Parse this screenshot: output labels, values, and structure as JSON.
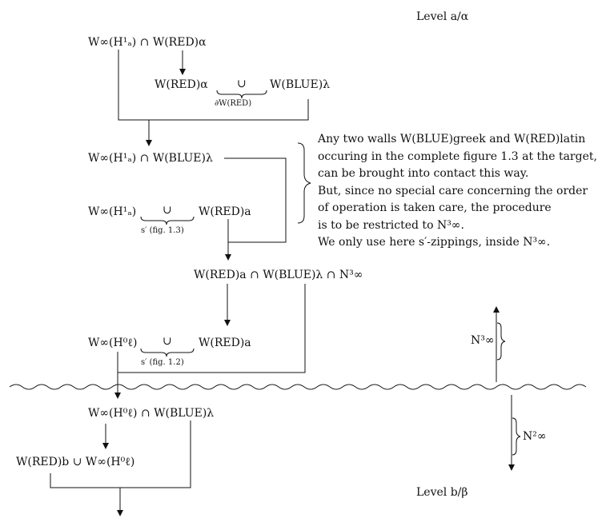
{
  "levels": {
    "top": "Level a/α",
    "bottom": "Level b/β"
  },
  "nodes": {
    "n1": "W∞(H¹ₐ) ∩ W(RED)α",
    "n2_left": "W(RED)α",
    "n2_cup": "∪",
    "n2_brace_label": "∂W(RED)",
    "n2_right": "W(BLUE)λ",
    "n3": "W∞(H¹ₐ) ∩ W(BLUE)λ",
    "n4_left": "W∞(H¹ₐ)",
    "n4_cup": "∪",
    "n4_brace_label": "s′ (fig. 1.3)",
    "n4_right": "W(RED)a",
    "n5": "W(RED)a ∩ W(BLUE)λ ∩ N³∞",
    "n6_left": "W∞(H⁰ℓ)",
    "n6_cup": "∪",
    "n6_brace_label": "s′ (fig. 1.2)",
    "n6_right": "W(RED)a",
    "n7": "W∞(H⁰ℓ) ∩ W(BLUE)λ",
    "n8": "W(RED)b ∪ W∞(H⁰ℓ)"
  },
  "note": {
    "lines": [
      "Any two walls W(BLUE)greek and W(RED)latin",
      "occuring in the complete figure 1.3 at the target,",
      "can be brought into contact this way.",
      "But, since no special care concerning the order",
      "of operation is taken care, the procedure",
      "is to be restricted to N³∞.",
      "We only use here s′-zippings, inside N³∞."
    ]
  },
  "side_labels": {
    "upper": "N³∞",
    "lower": "N²∞"
  }
}
